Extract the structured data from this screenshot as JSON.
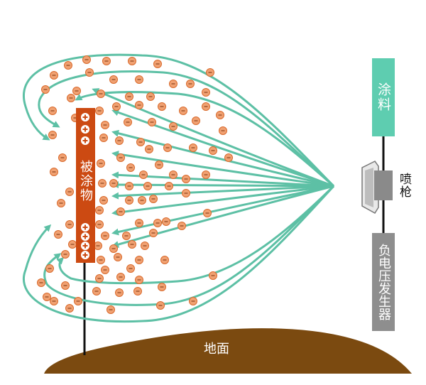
{
  "colors": {
    "flow_line": "#5dc0a5",
    "particle_fill": "#f0a172",
    "particle_stroke": "#d96a2c",
    "workpiece": "#cc4a12",
    "paint_box": "#5ecdb0",
    "generator_box": "#8e8e8e",
    "ground": "#7b4a10",
    "nozzle": "#8a8a8a",
    "wire": "#111111"
  },
  "labels": {
    "workpiece": "被涂物",
    "paint": "涂料",
    "spray_gun": "喷枪",
    "generator": "负电压发生器",
    "ground": "地面"
  },
  "icons": {
    "positive_charge": "plus-circle-icon",
    "negative_particle": "minus-particle-icon"
  },
  "particle_symbol": "−",
  "positive_symbol": "+"
}
